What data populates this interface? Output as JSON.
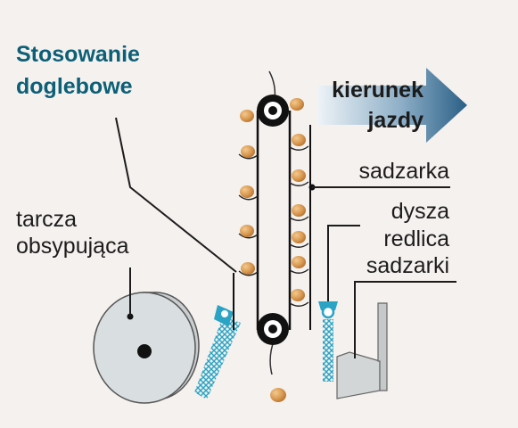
{
  "labels": {
    "title_line1": "Stosowanie",
    "title_line2": "doglebowe",
    "direction_line1": "kierunek",
    "direction_line2": "jazdy",
    "planter": "sadzarka",
    "nozzle": "dysza",
    "furrow_line1": "redlica",
    "furrow_line2": "sadzarki",
    "disc_line1": "tarcza",
    "disc_line2": "obsypująca"
  },
  "colors": {
    "title": "#0c5f77",
    "arrow_light": "#e6eef4",
    "arrow_dark": "#2a5f86",
    "spray": "#2aa3c4",
    "disc": "#d2d7d9",
    "potato": "#d99a52",
    "furrow": "#d3d6d7"
  },
  "icons": {
    "direction": "arrow-right-icon",
    "potato": "potato-icon",
    "nozzle": "nozzle-icon"
  }
}
